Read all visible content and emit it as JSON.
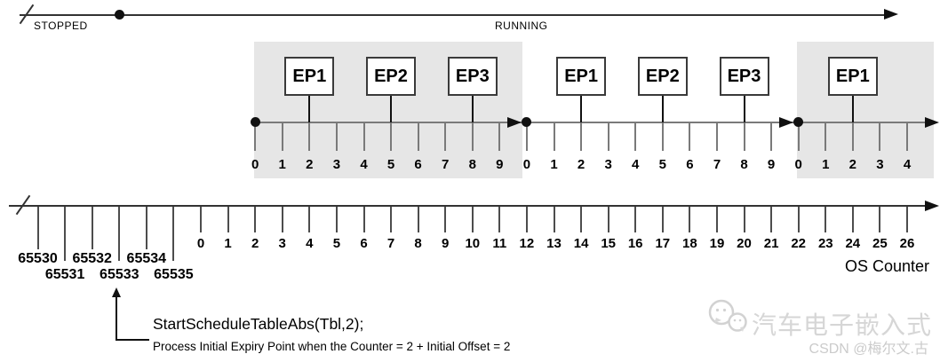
{
  "colors": {
    "background": "#ffffff",
    "shade": "#e6e6e6",
    "line": "#333333",
    "schedule_line": "#7a7a7a",
    "marker": "#111111",
    "watermark_text": "#d6d6d6"
  },
  "top_timeline": {
    "stopped_label": "STOPPED",
    "running_label": "RUNNING"
  },
  "schedule_table": {
    "iterations": [
      {
        "shaded": true,
        "tick_labels": [
          "0",
          "1",
          "2",
          "3",
          "4",
          "5",
          "6",
          "7",
          "8",
          "9"
        ],
        "expiry_points": [
          {
            "label": "EP1",
            "tick": 2
          },
          {
            "label": "EP2",
            "tick": 5
          },
          {
            "label": "EP3",
            "tick": 8
          }
        ]
      },
      {
        "shaded": false,
        "tick_labels": [
          "0",
          "1",
          "2",
          "3",
          "4",
          "5",
          "6",
          "7",
          "8",
          "9"
        ],
        "expiry_points": [
          {
            "label": "EP1",
            "tick": 2
          },
          {
            "label": "EP2",
            "tick": 5
          },
          {
            "label": "EP3",
            "tick": 8
          }
        ]
      },
      {
        "shaded": true,
        "tick_labels": [
          "0",
          "1",
          "2",
          "3",
          "4"
        ],
        "expiry_points": [
          {
            "label": "EP1",
            "tick": 2
          }
        ]
      }
    ]
  },
  "os_counter": {
    "axis_label": "OS Counter",
    "wraparound_values": [
      "65530",
      "65531",
      "65532",
      "65533",
      "65534",
      "65535"
    ],
    "counter_values": [
      "0",
      "1",
      "2",
      "3",
      "4",
      "5",
      "6",
      "7",
      "8",
      "9",
      "10",
      "11",
      "12",
      "13",
      "14",
      "15",
      "16",
      "17",
      "18",
      "19",
      "20",
      "21",
      "22",
      "23",
      "24",
      "25",
      "26"
    ]
  },
  "annotation": {
    "call_text": "StartScheduleTableAbs(Tbl,2);",
    "description_text": "Process Initial Expiry Point when the Counter = 2 + Initial Offset = 2"
  },
  "watermark": {
    "brand_text": "汽车电子嵌入式",
    "credit_text": "CSDN @梅尔文.古"
  }
}
